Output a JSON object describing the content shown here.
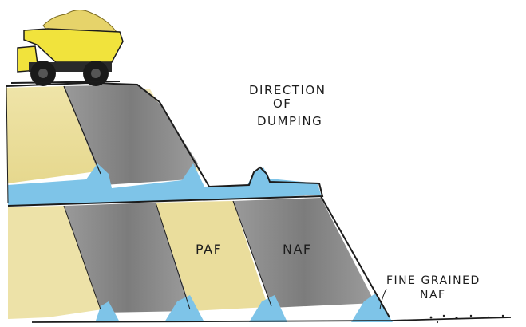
{
  "illustration": {
    "direction_label": [
      "DIRECTION",
      "OF",
      "DUMPING"
    ],
    "zone_labels": {
      "paf": "PAF",
      "naf": "NAF"
    },
    "fine_label": [
      "FINE GRAINED",
      "NAF"
    ],
    "colors": {
      "paf_fill": "#ede2a4",
      "naf_fill": "#8f8f8f",
      "water": "#7ec4e8",
      "truck_body": "#f1e33c",
      "load": "#e6d36a",
      "ink": "#1c1c1c"
    },
    "icons": [
      "haul-truck-icon"
    ]
  }
}
